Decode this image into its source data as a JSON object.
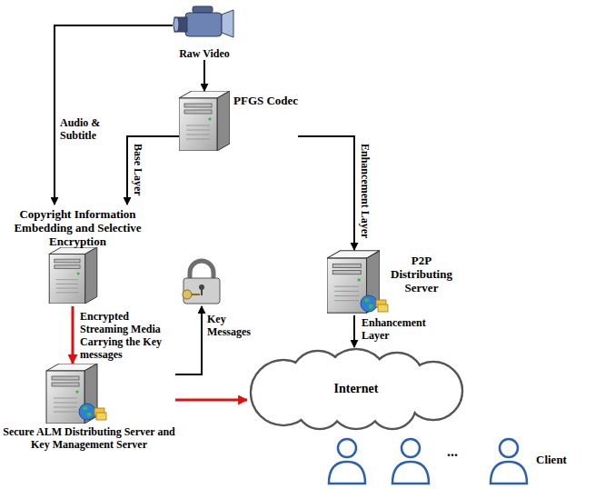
{
  "diagram": {
    "nodes": [
      {
        "text": [
          "Raw Video"
        ]
      },
      {
        "text": [
          "PFGS Codec"
        ]
      },
      {
        "text": [
          "Copyright Information Embedding and Selective Encryption"
        ]
      },
      {
        "text": [
          "P2P Distributing Server"
        ]
      },
      {
        "text": [
          "Secure ALM Distributing Server and Key Management Server"
        ]
      },
      {
        "text": [
          "Internet"
        ]
      },
      {
        "text": [
          "Client"
        ]
      }
    ],
    "edges": [
      {
        "from": 0,
        "to": 1,
        "arrow": "to"
      },
      {
        "from": 0,
        "to": 2,
        "arrow": "to",
        "label": "Audio & Subtitle"
      },
      {
        "from": 1,
        "to": 2,
        "arrow": "to",
        "label": "Base Layer"
      },
      {
        "from": 1,
        "to": 3,
        "arrow": "to",
        "label": "Enhancement Layer"
      },
      {
        "from": 2,
        "to": 4,
        "arrow": "to",
        "label": "Encrypted Streaming Media Carrying the Key messages"
      },
      {
        "from": 4,
        "to": 2,
        "arrow": "to",
        "label": "Key Messages"
      },
      {
        "from": 3,
        "to": 5,
        "arrow": "to",
        "label": "Enhancement Layer"
      },
      {
        "from": 4,
        "to": 5,
        "arrow": "to"
      }
    ],
    "labels": [
      "..."
    ]
  }
}
